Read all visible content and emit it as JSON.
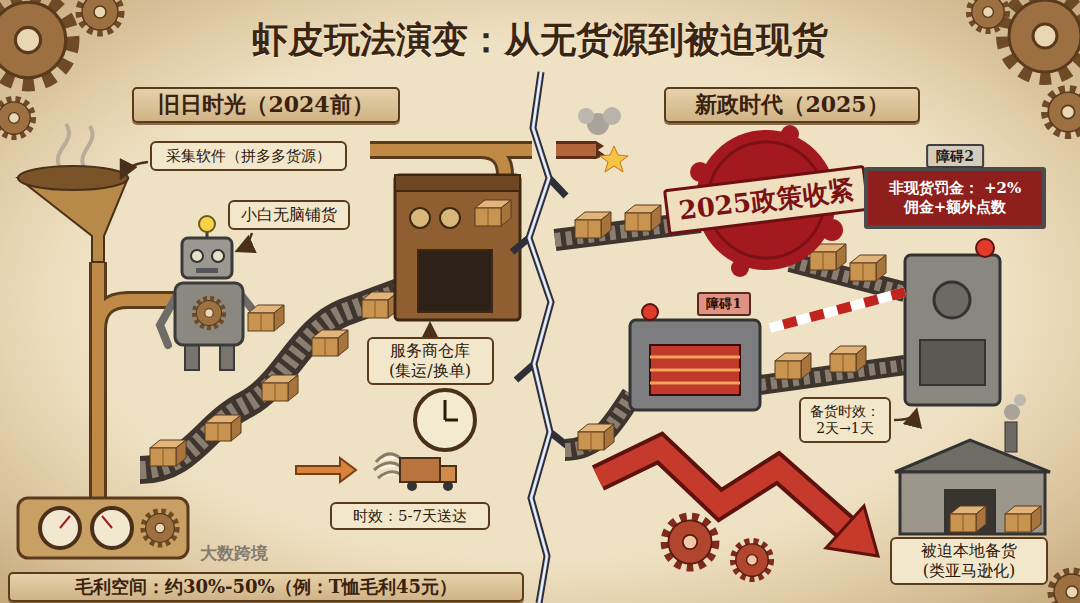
{
  "diagram": {
    "title": "虾皮玩法演变：从无货源到被迫现货",
    "nodes": [
      {
        "text": [
          "旧日时光（2024前）"
        ]
      },
      {
        "text": [
          "新政时代（2025）"
        ]
      },
      {
        "text": [
          "采集软件（拼多多货源）"
        ]
      },
      {
        "text": [
          "小白无脑铺货"
        ]
      },
      {
        "text": [
          "2025政策收紧"
        ]
      },
      {
        "text": [
          "障碍2",
          "非现货罚金： +2%佣金+额外点数"
        ]
      },
      {
        "text": [
          "障碍1"
        ]
      },
      {
        "text": [
          "服务商仓库 (集运/换单)"
        ]
      },
      {
        "text": [
          "备货时效： 2天→1天"
        ]
      },
      {
        "text": [
          "时效：5-7天送达"
        ]
      },
      {
        "text": [
          "被迫本地备货 (类亚马逊化)"
        ]
      },
      {
        "text": [
          "毛利空间：约30%-50%（例：T恤毛利45元）"
        ]
      }
    ],
    "labels": [
      "大数跨境"
    ]
  }
}
